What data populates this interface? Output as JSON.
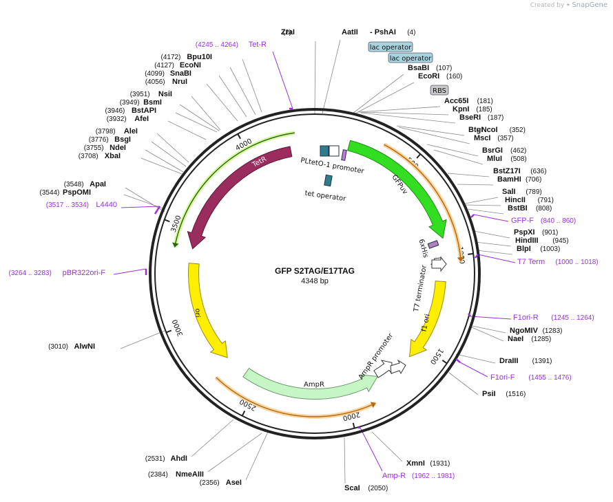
{
  "branding": {
    "created_by": "Created by",
    "app_name": "SnapGene"
  },
  "plasmid": {
    "name": "GFP S2TAG/E17TAG",
    "length_label": "4348 bp",
    "length": 4348
  },
  "colors": {
    "backbone": "#222222",
    "gfp": "#33dd22",
    "tetr": "#9b2d5e",
    "ampr": "#c6f5c6",
    "ori": "#ffee00",
    "f1ori": "#ffee00",
    "primer": "#9a2fd9",
    "primer_arc_fill": "#e4a23a",
    "enzyme_text": "#111111",
    "lac_operator": "#a9d3df",
    "rbs": "#c8c8c8"
  },
  "tick_labels": [
    "500",
    "1000",
    "1500",
    "2000",
    "2500",
    "3000",
    "3500",
    "4000"
  ],
  "features": [
    {
      "name": "GFPuv",
      "start": 180,
      "end": 900,
      "dir": 1,
      "type": "cds"
    },
    {
      "name": "TetR",
      "start": 3400,
      "end": 4215,
      "dir": -1,
      "type": "cds"
    },
    {
      "name": "AmpR",
      "start": 1795,
      "end": 2594,
      "dir": -1,
      "type": "cds"
    },
    {
      "name": "ori",
      "start": 2731,
      "end": 3319,
      "dir": -1,
      "type": "ori"
    },
    {
      "name": "f1 ori",
      "start": 1129,
      "end": 1585,
      "dir": 1,
      "type": "ori"
    },
    {
      "name": "AmpR promoter",
      "start": 1680,
      "end": 1795,
      "dir": -1,
      "type": "promoter"
    },
    {
      "name": "T7 terminator",
      "start": 1000,
      "end": 1047,
      "dir": 1,
      "type": "terminator"
    },
    {
      "name": "6xHis",
      "start": 880,
      "end": 906,
      "dir": 1,
      "type": "tag"
    },
    {
      "name": "PLtetO-1 promoter",
      "start": 42,
      "end": 113,
      "dir": 1,
      "type": "promoter"
    },
    {
      "name": "tet operator",
      "start": 60,
      "end": 78,
      "dir": 1,
      "type": "operator"
    }
  ],
  "box_labels": [
    {
      "name": "lac operator",
      "kind": "lac_operator"
    },
    {
      "name": "lac operator",
      "kind": "lac_operator"
    },
    {
      "name": "RBS",
      "kind": "rbs"
    }
  ],
  "enzymes": [
    {
      "name": "ZraI",
      "pos": "(2)"
    },
    {
      "name": "AatII",
      "pos": ""
    },
    {
      "name": "- PshAI",
      "pos": "(4)"
    },
    {
      "name": "BsaBI",
      "pos": "(107)"
    },
    {
      "name": "EcoRI",
      "pos": "(160)"
    },
    {
      "name": "Acc65I",
      "pos": "(181)"
    },
    {
      "name": "KpnI",
      "pos": "(185)"
    },
    {
      "name": "BseRI",
      "pos": "(187)"
    },
    {
      "name": "BtgI",
      "pos": ""
    },
    {
      "name": "- NcoI",
      "pos": "(352)"
    },
    {
      "name": "MscI",
      "pos": "(357)"
    },
    {
      "name": "BsrGI",
      "pos": "(462)"
    },
    {
      "name": "MluI",
      "pos": "(508)"
    },
    {
      "name": "BstZ17I",
      "pos": "(636)"
    },
    {
      "name": "BamHI",
      "pos": "(706)"
    },
    {
      "name": "SalI",
      "pos": "(789)"
    },
    {
      "name": "HincII",
      "pos": "(791)"
    },
    {
      "name": "BstBI",
      "pos": "(808)"
    },
    {
      "name": "PspXI",
      "pos": "(901)"
    },
    {
      "name": "HindIII",
      "pos": "(945)"
    },
    {
      "name": "BlpI",
      "pos": "(1003)"
    },
    {
      "name": "NgoMIV",
      "pos": "(1283)"
    },
    {
      "name": "NaeI",
      "pos": "(1285)"
    },
    {
      "name": "DraIII",
      "pos": "(1391)"
    },
    {
      "name": "PsiI",
      "pos": "(1516)"
    },
    {
      "name": "XmnI",
      "pos": "(1931)"
    },
    {
      "name": "ScaI",
      "pos": "(2050)"
    },
    {
      "name": "AseI",
      "pos": "(2356)"
    },
    {
      "name": "NmeAIII",
      "pos": "(2384)"
    },
    {
      "name": "AhdI",
      "pos": "(2531)"
    },
    {
      "name": "AlwNI",
      "pos": "(3010)"
    },
    {
      "name": "PspOMI",
      "pos": "(3544)"
    },
    {
      "name": "ApaI",
      "pos": "(3548)"
    },
    {
      "name": "XbaI",
      "pos": "(3708)"
    },
    {
      "name": "NdeI",
      "pos": "(3755)"
    },
    {
      "name": "BsgI",
      "pos": "(3776)"
    },
    {
      "name": "AleI",
      "pos": "(3798)"
    },
    {
      "name": "AfeI",
      "pos": "(3932)"
    },
    {
      "name": "BstAPI",
      "pos": "(3946)"
    },
    {
      "name": "BsmI",
      "pos": "(3949)"
    },
    {
      "name": "NsiI",
      "pos": "(3951)"
    },
    {
      "name": "NruI",
      "pos": "(4056)"
    },
    {
      "name": "SnaBI",
      "pos": "(4099)"
    },
    {
      "name": "EcoNI",
      "pos": "(4127)"
    },
    {
      "name": "Bpu10I",
      "pos": "(4172)"
    }
  ],
  "primers": [
    {
      "name": "Tet-R",
      "range": "(4245 .. 4264)"
    },
    {
      "name": "L4440",
      "range": "(3517 .. 3534)"
    },
    {
      "name": "pBR322ori-F",
      "range": "(3264 .. 3283)"
    },
    {
      "name": "GFP-F",
      "range": "(840 .. 860)"
    },
    {
      "name": "T7 Term",
      "range": "(1000 .. 1018)"
    },
    {
      "name": "F1ori-R",
      "range": "(1245 .. 1264)"
    },
    {
      "name": "F1ori-F",
      "range": "(1455 .. 1476)"
    },
    {
      "name": "Amp-R",
      "range": "(1962 .. 1981)"
    }
  ]
}
